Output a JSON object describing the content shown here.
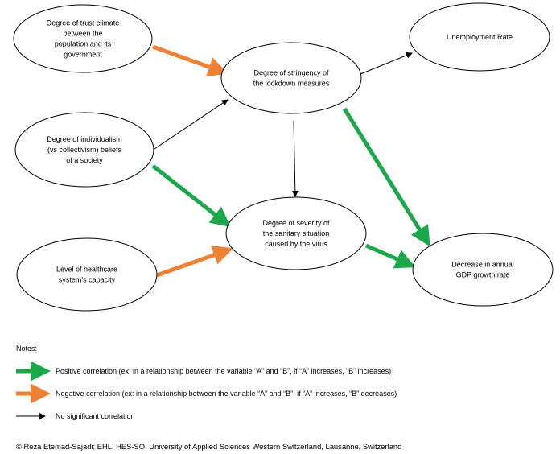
{
  "colors": {
    "positive": "#1aa84a",
    "negative": "#ee8133",
    "neutral": "#000000"
  },
  "nodes": [
    {
      "id": "trust",
      "lines": [
        "Degree of trust climate",
        "between the",
        "population and its",
        "government"
      ]
    },
    {
      "id": "stringency",
      "lines": [
        "Degree of stringency of",
        "the lockdown measures"
      ]
    },
    {
      "id": "unemployment",
      "lines": [
        "Unemployment Rate"
      ]
    },
    {
      "id": "individualism",
      "lines": [
        "Degree of individualism",
        "(vs collectivism) beliefs",
        "of a society"
      ]
    },
    {
      "id": "severity",
      "lines": [
        "Degree of severity of",
        "the sanitary situation",
        "caused by the virus"
      ]
    },
    {
      "id": "healthcare",
      "lines": [
        "Level of healthcare",
        "system's capacity"
      ]
    },
    {
      "id": "gdp",
      "lines": [
        "Decrease in annual",
        "GDP growth rate"
      ]
    }
  ],
  "edges": [
    {
      "from": "trust",
      "to": "stringency",
      "type": "negative"
    },
    {
      "from": "stringency",
      "to": "unemployment",
      "type": "neutral"
    },
    {
      "from": "individualism",
      "to": "stringency",
      "type": "neutral"
    },
    {
      "from": "stringency",
      "to": "severity",
      "type": "neutral"
    },
    {
      "from": "stringency",
      "to": "gdp",
      "type": "positive"
    },
    {
      "from": "individualism",
      "to": "severity",
      "type": "positive"
    },
    {
      "from": "healthcare",
      "to": "severity",
      "type": "negative"
    },
    {
      "from": "severity",
      "to": "gdp",
      "type": "positive"
    }
  ],
  "notes": {
    "title": "Notes:",
    "positive_label": "Positive correlation (ex: in a relationship between the variable “A” and “B”, if “A” increases, “B” increases)",
    "negative_label": "Negative correlation (ex: in a relationship between the variable “A” and “B”, if “A” increases, “B” decreases)",
    "neutral_label": "No significant correlation"
  },
  "footer": "© Reza Etemad-Sajadi; EHL, HES-SO, University of Applied Sciences Western Switzerland, Lausanne, Switzerland"
}
